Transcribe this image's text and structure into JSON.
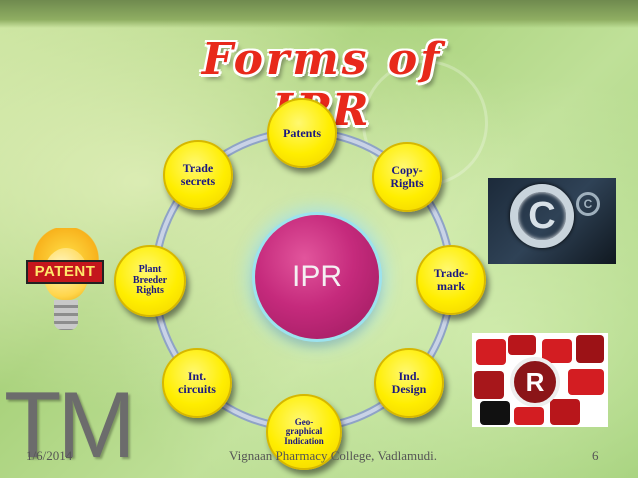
{
  "slide": {
    "title": "Forms of IPR",
    "center_label": "IPR",
    "nodes": {
      "patents": "Patents",
      "copyrights": "Copy-\nRights",
      "trademark": "Trade-\nmark",
      "industrial_design": "Ind.\nDesign",
      "geographical_indication": "Geo-\ngraphical\nIndication",
      "integrated_circuits": "Int.\ncircuits",
      "plant_breeder_rights": "Plant\nBreeder\nRights",
      "trade_secrets": "Trade\nsecrets"
    },
    "images": {
      "patent_badge": "PATENT",
      "trademark_symbol": "TM",
      "copyright_symbol": "C",
      "registered_symbol": "R"
    },
    "footer": {
      "date": "1/6/2014",
      "institution": "Vignaan Pharmacy College, Vadlamudi.",
      "page_number": "6"
    }
  },
  "colors": {
    "title": "#e8291b",
    "node_fill": "#ffee00",
    "node_text": "#1b1880",
    "center_fill": "#c52a7c",
    "ring": "#b9c6dd"
  }
}
